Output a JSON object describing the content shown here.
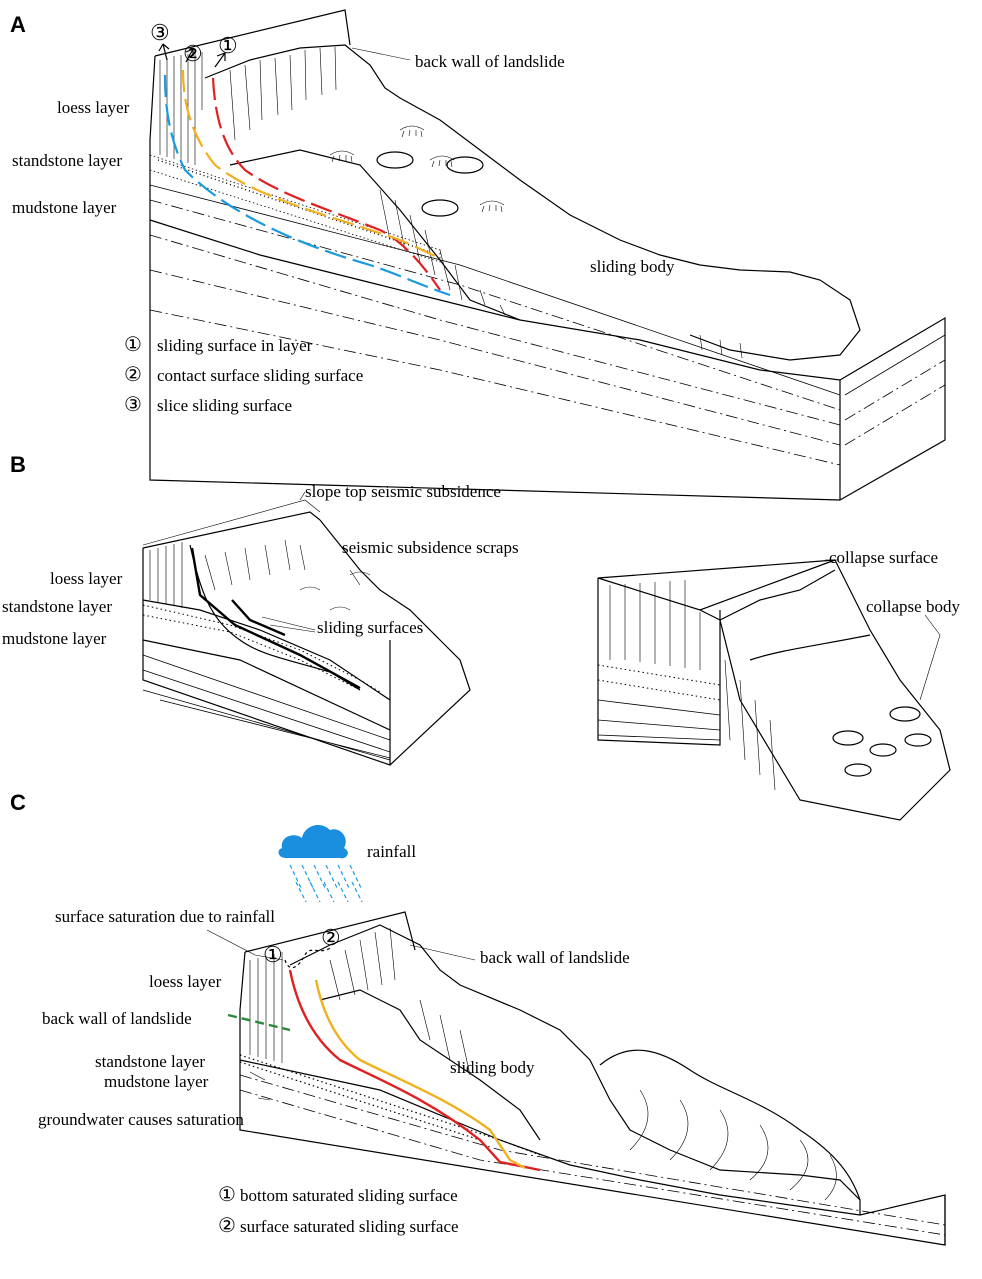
{
  "colors": {
    "slice_surface": "#1a9be0",
    "contact_surface": "#f0b020",
    "inlayer_surface": "#e02020",
    "groundwater_line": "#2a8a3a",
    "rain_cloud": "#1a8fe0"
  },
  "panelA": {
    "tag": "A",
    "labels": {
      "loess": "loess layer",
      "sandstone": "standstone layer",
      "mudstone": "mudstone layer",
      "back_wall": "back wall of landslide",
      "sliding_body": "sliding body"
    },
    "markers": [
      "③",
      "②",
      "①"
    ],
    "legend": [
      {
        "num": "①",
        "text": "sliding surface in layer"
      },
      {
        "num": "②",
        "text": "contact surface sliding surface"
      },
      {
        "num": "③",
        "text": "slice sliding surface"
      }
    ]
  },
  "panelB": {
    "tag": "B",
    "left": {
      "top_subsidence": "slope top seismic subsidence",
      "scraps": "seismic subsidence scraps",
      "loess": "loess layer",
      "sandstone": "standstone layer",
      "mudstone": "mudstone layer",
      "sliding_surfaces": "sliding surfaces"
    },
    "right": {
      "collapse_surface": "collapse surface",
      "collapse_body": "collapse body"
    }
  },
  "panelC": {
    "tag": "C",
    "labels": {
      "rainfall": "rainfall",
      "surface_saturation": "surface saturation due to rainfall",
      "back_wall_right": "back wall of landslide",
      "loess": "loess layer",
      "back_wall_left": "back wall of landslide",
      "sandstone": "standstone layer",
      "mudstone": "mudstone layer",
      "groundwater": "groundwater causes saturation",
      "sliding_body": "sliding body"
    },
    "markers": [
      "①",
      "②"
    ],
    "legend": [
      {
        "num": "①",
        "text": "bottom saturated sliding surface"
      },
      {
        "num": "②",
        "text": "surface saturated sliding surface"
      }
    ]
  }
}
